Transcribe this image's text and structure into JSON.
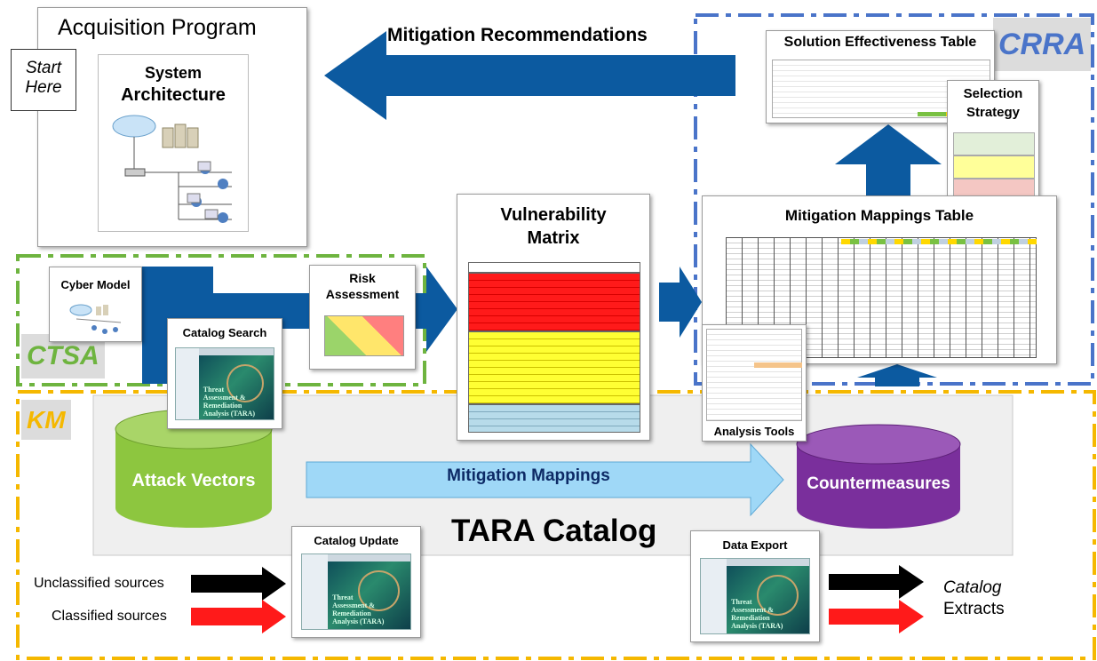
{
  "acquisition": {
    "title": "Acquisition Program",
    "system_architecture": [
      "System",
      "Architecture"
    ],
    "start_here": [
      "Start",
      "Here"
    ]
  },
  "top_arrow": {
    "label": "Mitigation Recommendations"
  },
  "crra": {
    "tag": "CRRA",
    "solution_table": "Solution Effectiveness Table",
    "selection_strategy": [
      "Selection",
      "Strategy"
    ],
    "mitigation_mappings_table": "Mitigation Mappings Table",
    "analysis_tools": "Analysis  Tools"
  },
  "ctsa": {
    "tag": "CTSA",
    "cyber_model": "Cyber Model",
    "catalog_search": "Catalog Search",
    "risk_assessment": [
      "Risk",
      "Assessment"
    ]
  },
  "vulnerability": {
    "title": [
      "Vulnerability",
      "Matrix"
    ]
  },
  "km": {
    "tag": "KM",
    "attack_vectors": "Attack Vectors",
    "mitigation_mappings": "Mitigation Mappings",
    "countermeasures": "Countermeasures",
    "tara_catalog": "TARA Catalog",
    "catalog_update": "Catalog Update",
    "data_export": "Data Export",
    "unclassified": "Unclassified sources",
    "classified": "Classified sources",
    "extracts": [
      "Catalog",
      "Extracts"
    ]
  },
  "thumb_text": [
    "Threat",
    "Assessment &",
    "Remediation",
    "Analysis (TARA)"
  ],
  "colors": {
    "dark_blue_arrow": "#0c5aa0",
    "light_blue_arrow": "#9fd8f7",
    "green_db": "#8dc63f",
    "purple_db": "#7a2f9c",
    "crra_border": "#4a74c9",
    "ctsa_border": "#6eb43f",
    "km_border": "#f5b800",
    "red_arrow": "#ff1a1a"
  }
}
